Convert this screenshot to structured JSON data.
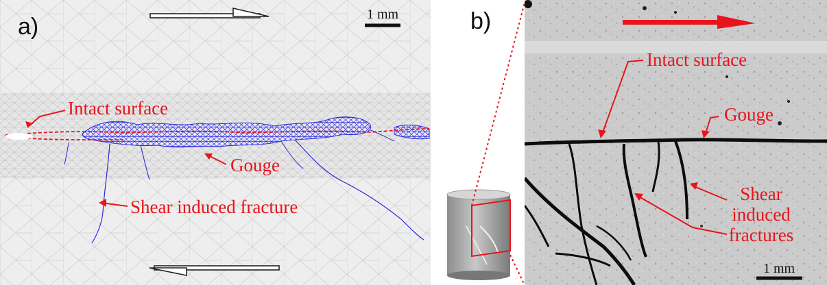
{
  "figure": {
    "panel_a": {
      "panel_label": "a)",
      "scale_bar_label": "1 mm",
      "annotations": {
        "intact_surface": "Intact surface",
        "gouge": "Gouge",
        "shear_fracture": "Shear induced fracture"
      },
      "colors": {
        "annotation": "#e8141c",
        "fracture": "#2a2ad8",
        "mesh": "#c8c8c8"
      }
    },
    "panel_b": {
      "panel_label": "b)",
      "scale_bar_label": "1 mm",
      "annotations": {
        "intact_surface": "Intact surface",
        "gouge": "Gouge",
        "shear_line1": "Shear",
        "shear_line2": "induced",
        "shear_line3": "fractures"
      },
      "colors": {
        "annotation": "#e8141c",
        "crack": "#0c0c0c",
        "background": "#c9c9c9"
      }
    }
  }
}
